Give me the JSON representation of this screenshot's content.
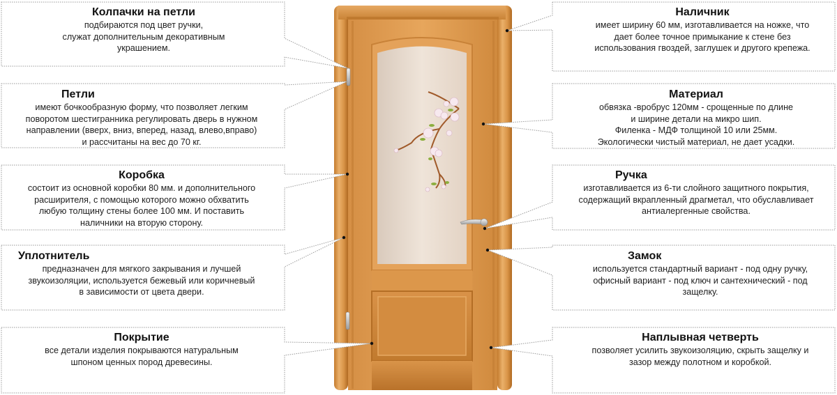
{
  "colors": {
    "box_border": "#9a9a9a",
    "wood_light": "#e3a45a",
    "wood_mid": "#d08a3e",
    "wood_dark": "#b36d26",
    "glass": "#e9dcd0",
    "dot": "#111111"
  },
  "callouts": {
    "left": [
      {
        "title": "Колпачки на петли",
        "lines": [
          "подбираются под цвет ручки,",
          "служат дополнительным декоративным",
          "украшением."
        ]
      },
      {
        "title": "Петли",
        "lines": [
          "имеют бочкообразную форму, что позволяет легким",
          "поворотом шестигранника регулировать дверь в нужном",
          "направлении (вверх, вниз, вперед, назад, влево,вправо)",
          "и рассчитаны на вес до 70 кг."
        ]
      },
      {
        "title": "Коробка",
        "lines": [
          "состоит из основной коробки 80 мм. и дополнительного",
          "расширителя, с помощью которого можно обхватить",
          "любую толщину стены более 100 мм. И поставить",
          "наличники на вторую сторону."
        ]
      },
      {
        "title": "Уплотнитель",
        "lines": [
          "предназначен для мягкого закрывания и лучшей",
          "звукоизоляции, используется бежевый или коричневый",
          "в зависимости от цвета двери."
        ]
      },
      {
        "title": "Покрытие",
        "lines": [
          "все детали изделия покрываются натуральным",
          "шпоном ценных пород древесины."
        ]
      }
    ],
    "right": [
      {
        "title": "Наличник",
        "lines": [
          "имеет ширину 60 мм, изготавливается на ножке, что",
          "дает более точное примыкание к стене без",
          "использования гвоздей, заглушек и другого крепежа."
        ]
      },
      {
        "title": "Материал",
        "lines": [
          "обвязка -вробрус 120мм - срощенные по длине",
          "и ширине детали на микро шип.",
          "Филенка - МДФ толщиной 10 или 25мм.",
          "Экологически чистый материал, не дает усадки."
        ]
      },
      {
        "title": "Ручка",
        "lines": [
          "изготавливается из 6-ти слойного защитного покрытия,",
          "содержащий вкрапленный драгметал, что обуславливает",
          "антиалергенные свойства."
        ]
      },
      {
        "title": "Замок",
        "lines": [
          "используется стандартный вариант - под одну ручку,",
          "офисный вариант - под ключ и сантехнический - под",
          "защелку."
        ]
      },
      {
        "title": "Наплывная четверть",
        "lines": [
          "позволяет усилить звукоизоляцию, скрыть защелку и",
          "зазор между полотном и коробкой."
        ]
      }
    ]
  }
}
